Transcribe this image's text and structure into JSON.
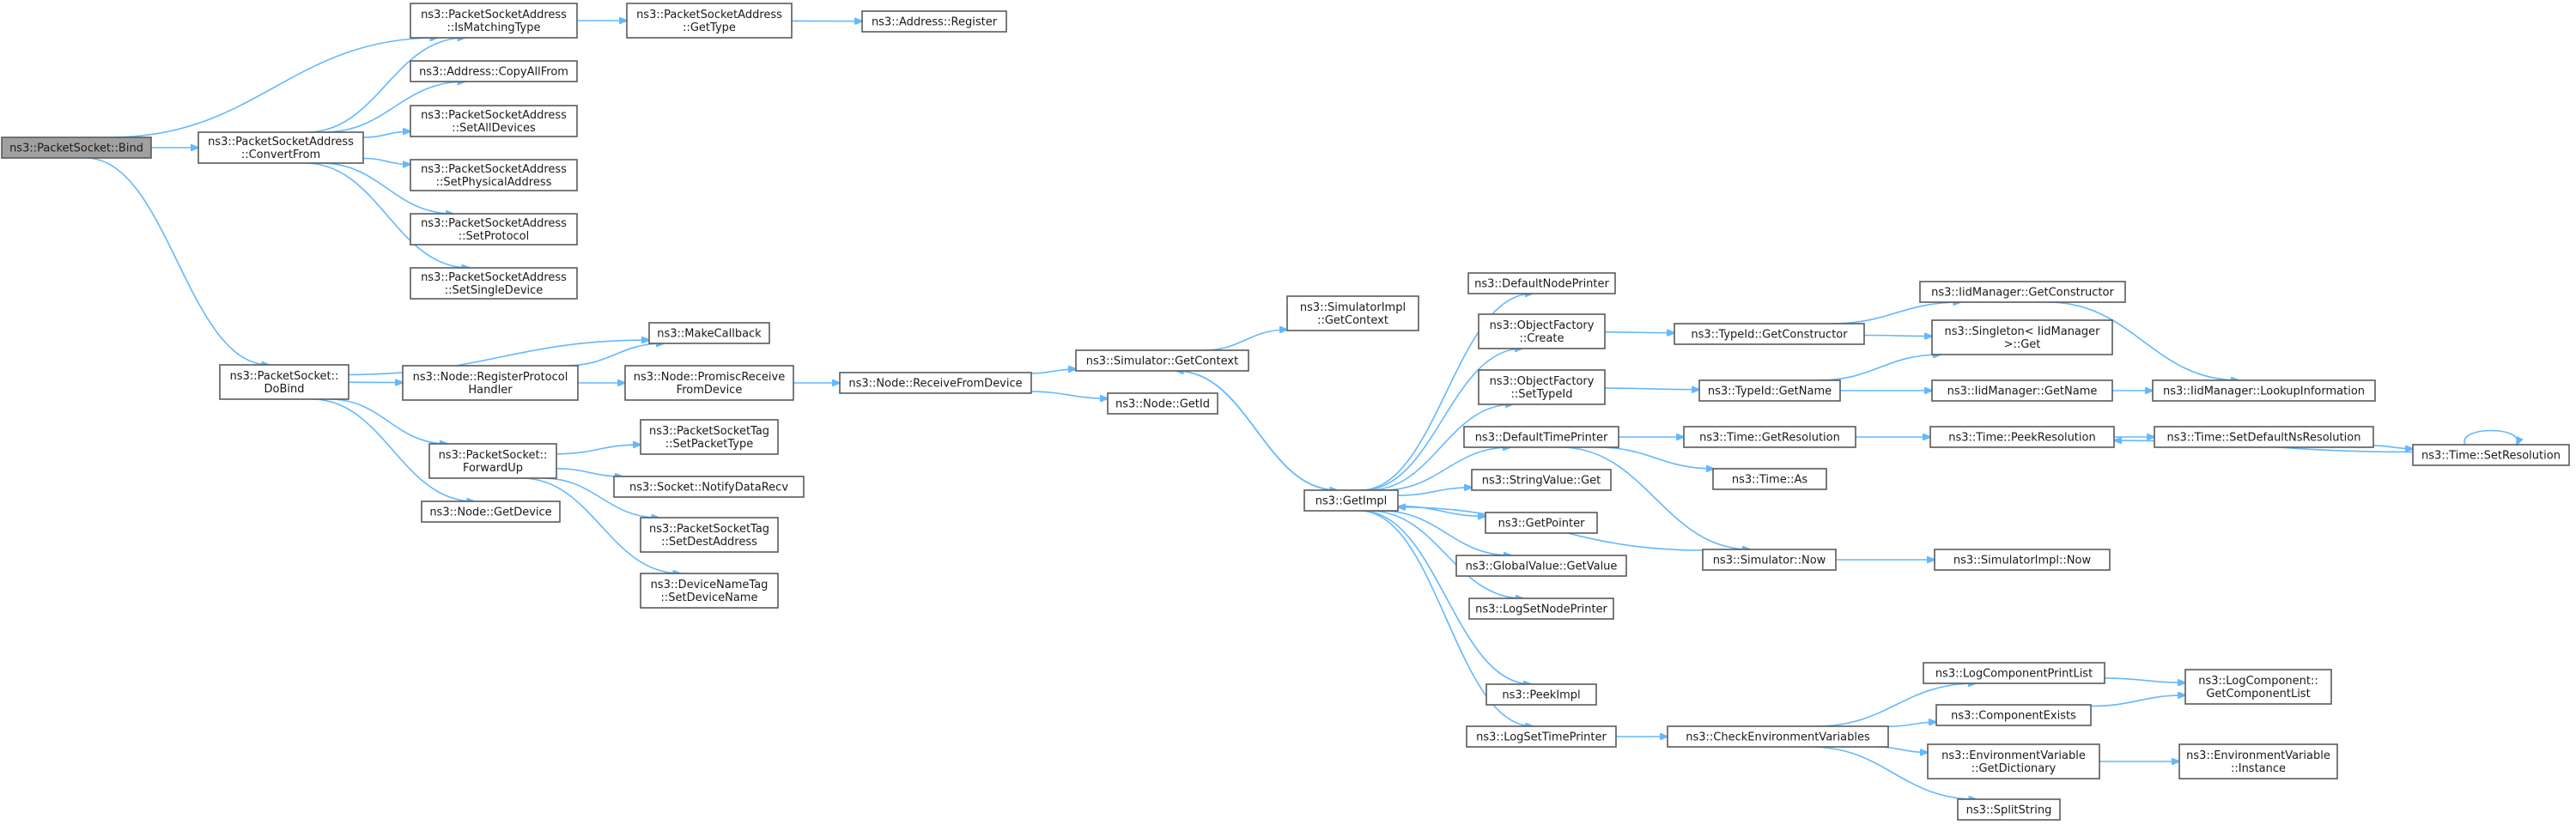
{
  "graph": {
    "edge_color": "#63b8ff",
    "root_fill": "#a0a0a0",
    "nodes": [
      {
        "id": "bind",
        "lines": [
          "ns3::PacketSocket::Bind"
        ],
        "root": true
      },
      {
        "id": "ismatch",
        "lines": [
          "ns3::PacketSocketAddress",
          "::IsMatchingType"
        ]
      },
      {
        "id": "gettype",
        "lines": [
          "ns3::PacketSocketAddress",
          "::GetType"
        ]
      },
      {
        "id": "register",
        "lines": [
          "ns3::Address::Register"
        ]
      },
      {
        "id": "copyall",
        "lines": [
          "ns3::Address::CopyAllFrom"
        ]
      },
      {
        "id": "convertfrom",
        "lines": [
          "ns3::PacketSocketAddress",
          "::ConvertFrom"
        ]
      },
      {
        "id": "setalldev",
        "lines": [
          "ns3::PacketSocketAddress",
          "::SetAllDevices"
        ]
      },
      {
        "id": "setphys",
        "lines": [
          "ns3::PacketSocketAddress",
          "::SetPhysicalAddress"
        ]
      },
      {
        "id": "setproto",
        "lines": [
          "ns3::PacketSocketAddress",
          "::SetProtocol"
        ]
      },
      {
        "id": "setsingle",
        "lines": [
          "ns3::PacketSocketAddress",
          "::SetSingleDevice"
        ]
      },
      {
        "id": "dobind",
        "lines": [
          "ns3::PacketSocket::",
          "DoBind"
        ]
      },
      {
        "id": "makecb",
        "lines": [
          "ns3::MakeCallback"
        ]
      },
      {
        "id": "regproto",
        "lines": [
          "ns3::Node::RegisterProtocol",
          "Handler"
        ]
      },
      {
        "id": "promisc",
        "lines": [
          "ns3::Node::PromiscReceive",
          "FromDevice"
        ]
      },
      {
        "id": "recvfrom",
        "lines": [
          "ns3::Node::ReceiveFromDevice"
        ]
      },
      {
        "id": "forwardup",
        "lines": [
          "ns3::PacketSocket::",
          "ForwardUp"
        ]
      },
      {
        "id": "getdevice",
        "lines": [
          "ns3::Node::GetDevice"
        ]
      },
      {
        "id": "setpkttype",
        "lines": [
          "ns3::PacketSocketTag",
          "::SetPacketType"
        ]
      },
      {
        "id": "notify",
        "lines": [
          "ns3::Socket::NotifyDataRecv"
        ]
      },
      {
        "id": "setdest",
        "lines": [
          "ns3::PacketSocketTag",
          "::SetDestAddress"
        ]
      },
      {
        "id": "setdevname",
        "lines": [
          "ns3::DeviceNameTag",
          "::SetDeviceName"
        ]
      },
      {
        "id": "simgetctx",
        "lines": [
          "ns3::Simulator::GetContext"
        ]
      },
      {
        "id": "nodegetid",
        "lines": [
          "ns3::Node::GetId"
        ]
      },
      {
        "id": "simimplctx",
        "lines": [
          "ns3::SimulatorImpl",
          "::GetContext"
        ]
      },
      {
        "id": "getimpl",
        "lines": [
          "ns3::GetImpl"
        ]
      },
      {
        "id": "defnodeprinter",
        "lines": [
          "ns3::DefaultNodePrinter"
        ]
      },
      {
        "id": "objcreate",
        "lines": [
          "ns3::ObjectFactory",
          "::Create"
        ]
      },
      {
        "id": "objsettypeid",
        "lines": [
          "ns3::ObjectFactory",
          "::SetTypeId"
        ]
      },
      {
        "id": "deftimeprinter",
        "lines": [
          "ns3::DefaultTimePrinter"
        ]
      },
      {
        "id": "strget",
        "lines": [
          "ns3::StringValue::Get"
        ]
      },
      {
        "id": "getpointer",
        "lines": [
          "ns3::GetPointer"
        ]
      },
      {
        "id": "globalget",
        "lines": [
          "ns3::GlobalValue::GetValue"
        ]
      },
      {
        "id": "lognodeprinter",
        "lines": [
          "ns3::LogSetNodePrinter"
        ]
      },
      {
        "id": "peekimpl",
        "lines": [
          "ns3::PeekImpl"
        ]
      },
      {
        "id": "logtimeprinter",
        "lines": [
          "ns3::LogSetTimePrinter"
        ]
      },
      {
        "id": "getctor",
        "lines": [
          "ns3::TypeId::GetConstructor"
        ]
      },
      {
        "id": "getname",
        "lines": [
          "ns3::TypeId::GetName"
        ]
      },
      {
        "id": "getres",
        "lines": [
          "ns3::Time::GetResolution"
        ]
      },
      {
        "id": "timeas",
        "lines": [
          "ns3::Time::As"
        ]
      },
      {
        "id": "simnow",
        "lines": [
          "ns3::Simulator::Now"
        ]
      },
      {
        "id": "checkenv",
        "lines": [
          "ns3::CheckEnvironmentVariables"
        ]
      },
      {
        "id": "iidgetctor",
        "lines": [
          "ns3::IidManager::GetConstructor"
        ]
      },
      {
        "id": "singleton",
        "lines": [
          "ns3::Singleton< IidManager",
          ">::Get"
        ]
      },
      {
        "id": "iidgetname",
        "lines": [
          "ns3::IidManager::GetName"
        ]
      },
      {
        "id": "peekres",
        "lines": [
          "ns3::Time::PeekResolution"
        ]
      },
      {
        "id": "simimplnow",
        "lines": [
          "ns3::SimulatorImpl::Now"
        ]
      },
      {
        "id": "iidlookup",
        "lines": [
          "ns3::IidManager::LookupInformation"
        ]
      },
      {
        "id": "setdefns",
        "lines": [
          "ns3::Time::SetDefaultNsResolution"
        ]
      },
      {
        "id": "setres",
        "lines": [
          "ns3::Time::SetResolution"
        ]
      },
      {
        "id": "logprintlist",
        "lines": [
          "ns3::LogComponentPrintList"
        ]
      },
      {
        "id": "compexists",
        "lines": [
          "ns3::ComponentExists"
        ]
      },
      {
        "id": "envgetdict",
        "lines": [
          "ns3::EnvironmentVariable",
          "::GetDictionary"
        ]
      },
      {
        "id": "splitstr",
        "lines": [
          "ns3::SplitString"
        ]
      },
      {
        "id": "loggetlist",
        "lines": [
          "ns3::LogComponent::",
          "GetComponentList"
        ]
      },
      {
        "id": "envinst",
        "lines": [
          "ns3::EnvironmentVariable",
          "::Instance"
        ]
      }
    ],
    "edges": [
      [
        "bind",
        "ismatch"
      ],
      [
        "bind",
        "convertfrom"
      ],
      [
        "bind",
        "dobind"
      ],
      [
        "ismatch",
        "gettype"
      ],
      [
        "gettype",
        "register"
      ],
      [
        "convertfrom",
        "ismatch"
      ],
      [
        "convertfrom",
        "copyall"
      ],
      [
        "convertfrom",
        "setalldev"
      ],
      [
        "convertfrom",
        "setphys"
      ],
      [
        "convertfrom",
        "setproto"
      ],
      [
        "convertfrom",
        "setsingle"
      ],
      [
        "dobind",
        "makecb"
      ],
      [
        "dobind",
        "regproto"
      ],
      [
        "dobind",
        "forwardup"
      ],
      [
        "dobind",
        "getdevice"
      ],
      [
        "regproto",
        "makecb"
      ],
      [
        "regproto",
        "promisc"
      ],
      [
        "promisc",
        "recvfrom"
      ],
      [
        "recvfrom",
        "simgetctx"
      ],
      [
        "recvfrom",
        "nodegetid"
      ],
      [
        "forwardup",
        "setpkttype"
      ],
      [
        "forwardup",
        "notify"
      ],
      [
        "forwardup",
        "setdest"
      ],
      [
        "forwardup",
        "setdevname"
      ],
      [
        "simgetctx",
        "simimplctx"
      ],
      [
        "simgetctx",
        "getimpl"
      ],
      [
        "getimpl",
        "simgetctx"
      ],
      [
        "getimpl",
        "defnodeprinter"
      ],
      [
        "getimpl",
        "objcreate"
      ],
      [
        "getimpl",
        "objsettypeid"
      ],
      [
        "getimpl",
        "deftimeprinter"
      ],
      [
        "getimpl",
        "strget"
      ],
      [
        "getimpl",
        "getpointer"
      ],
      [
        "getimpl",
        "globalget"
      ],
      [
        "getimpl",
        "lognodeprinter"
      ],
      [
        "getimpl",
        "peekimpl"
      ],
      [
        "getimpl",
        "logtimeprinter"
      ],
      [
        "objcreate",
        "getctor"
      ],
      [
        "objsettypeid",
        "getname"
      ],
      [
        "deftimeprinter",
        "getres"
      ],
      [
        "deftimeprinter",
        "timeas"
      ],
      [
        "deftimeprinter",
        "simnow"
      ],
      [
        "getctor",
        "iidgetctor"
      ],
      [
        "getctor",
        "singleton"
      ],
      [
        "getname",
        "singleton"
      ],
      [
        "getname",
        "iidgetname"
      ],
      [
        "iidgetctor",
        "iidlookup"
      ],
      [
        "iidgetname",
        "iidlookup"
      ],
      [
        "getres",
        "peekres"
      ],
      [
        "peekres",
        "setdefns"
      ],
      [
        "setdefns",
        "setres"
      ],
      [
        "setres",
        "peekres"
      ],
      [
        "setres",
        "setres"
      ],
      [
        "simnow",
        "simimplnow"
      ],
      [
        "simnow",
        "getimpl"
      ],
      [
        "logtimeprinter",
        "checkenv"
      ],
      [
        "checkenv",
        "logprintlist"
      ],
      [
        "checkenv",
        "compexists"
      ],
      [
        "checkenv",
        "envgetdict"
      ],
      [
        "checkenv",
        "splitstr"
      ],
      [
        "logprintlist",
        "loggetlist"
      ],
      [
        "compexists",
        "loggetlist"
      ],
      [
        "envgetdict",
        "envinst"
      ]
    ]
  }
}
